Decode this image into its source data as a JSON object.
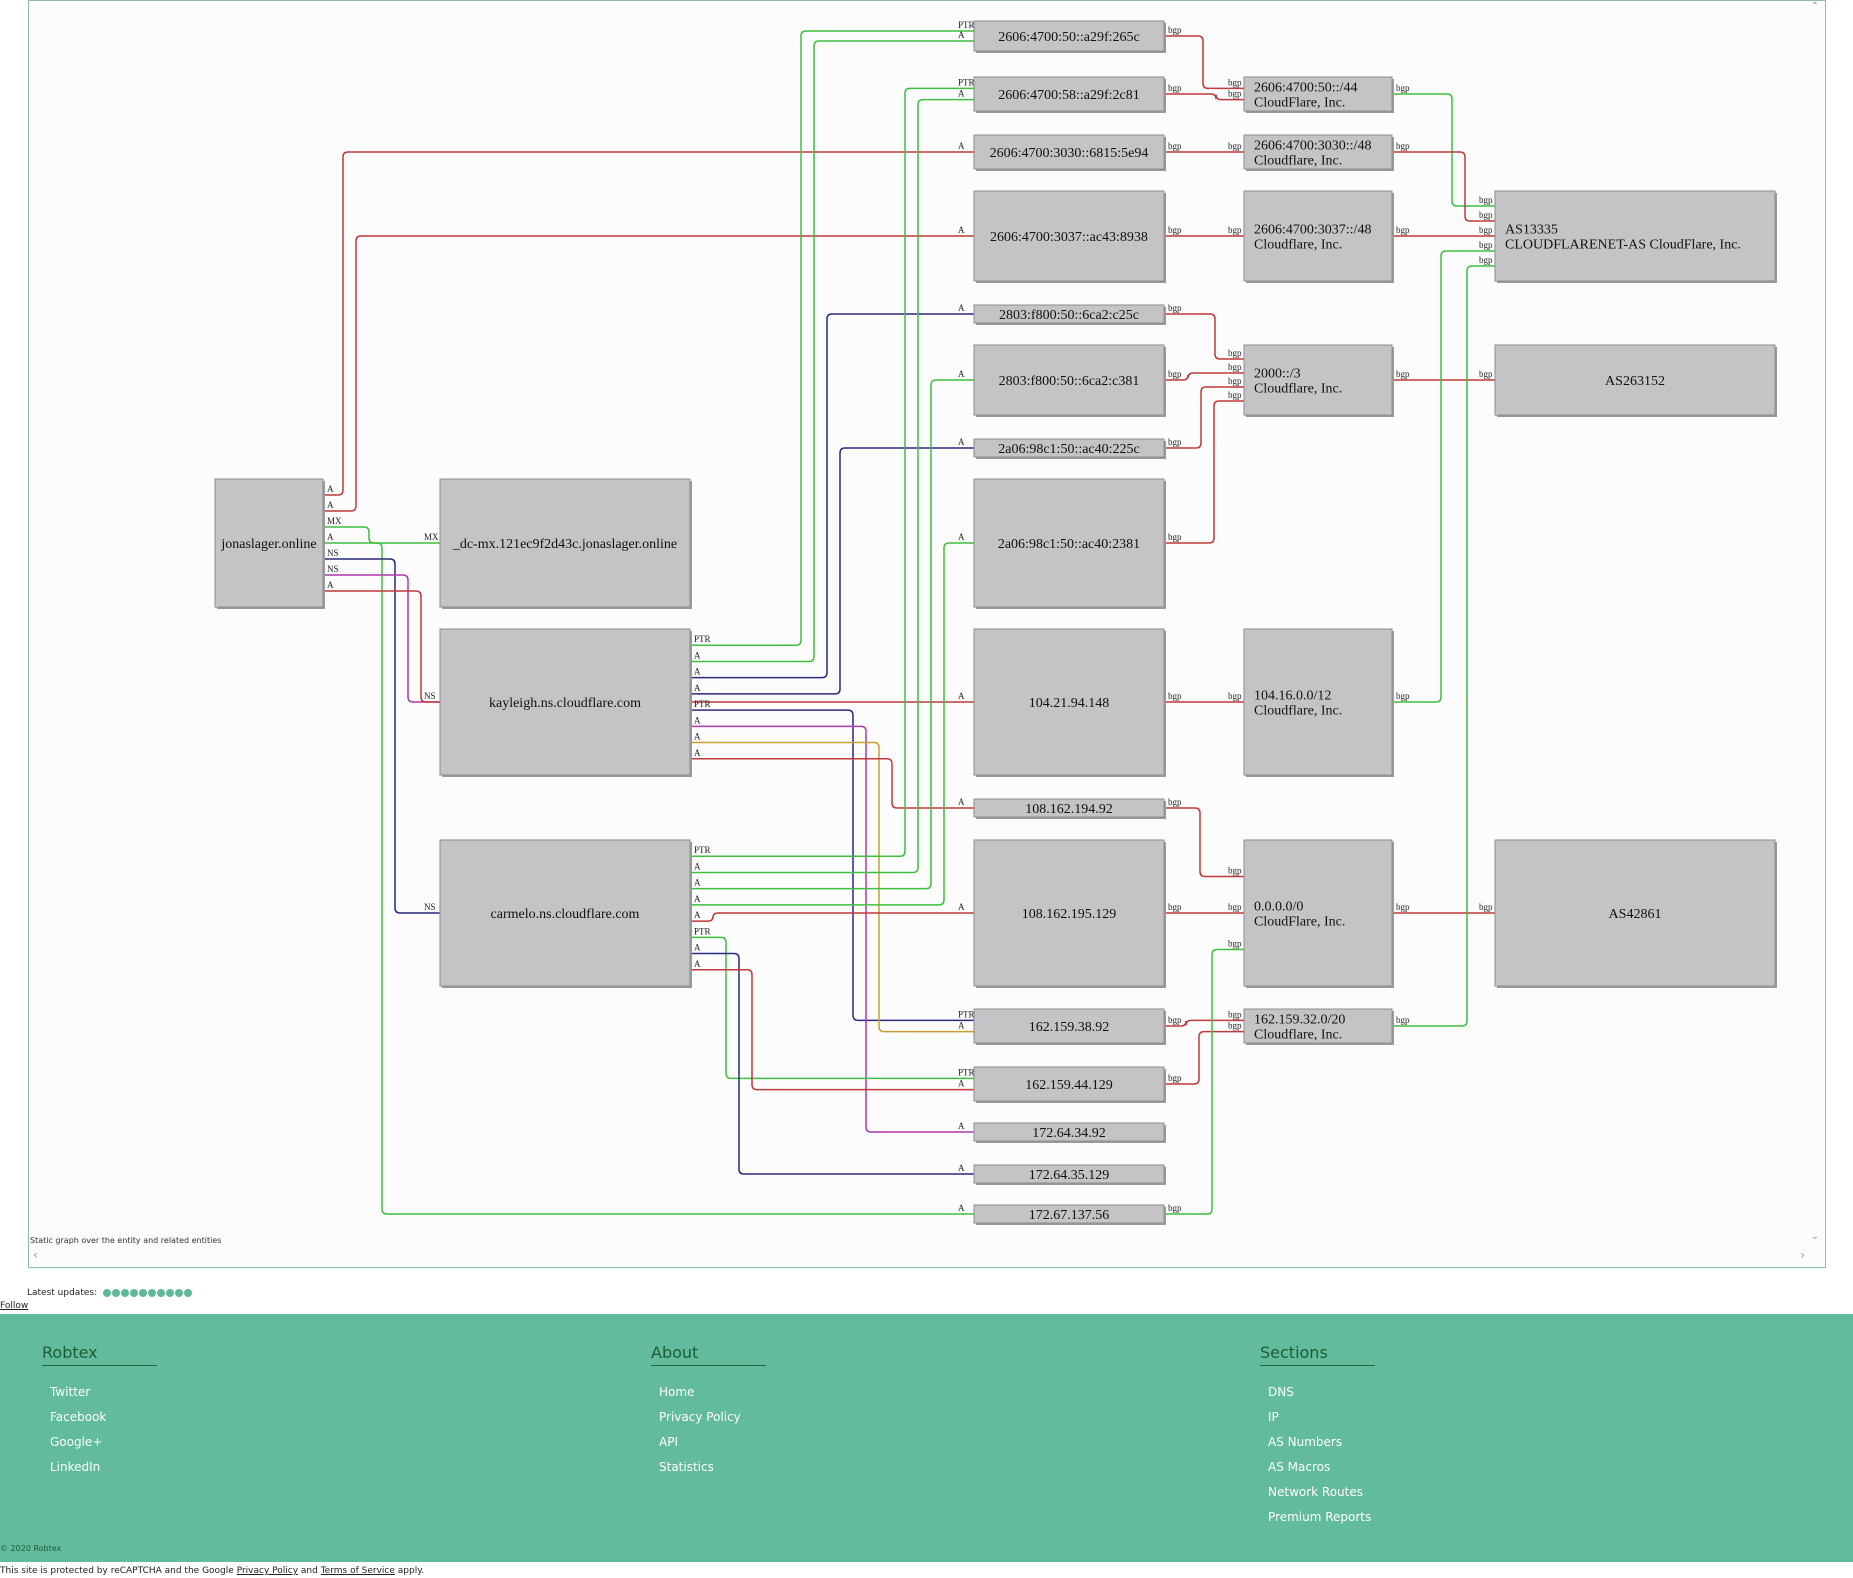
{
  "graph": {
    "caption": "Static graph over the entity and related entities",
    "nodes": [
      {
        "id": "jonas",
        "lines": [
          "jonaslager.online"
        ]
      },
      {
        "id": "dcmx",
        "lines": [
          "_dc-mx.121ec9f2d43c.jonaslager.online"
        ]
      },
      {
        "id": "kayleigh",
        "lines": [
          "kayleigh.ns.cloudflare.com"
        ]
      },
      {
        "id": "carmelo",
        "lines": [
          "carmelo.ns.cloudflare.com"
        ]
      },
      {
        "id": "ip1",
        "lines": [
          "2606:4700:50::a29f:265c"
        ]
      },
      {
        "id": "ip2",
        "lines": [
          "2606:4700:58::a29f:2c81"
        ]
      },
      {
        "id": "ip3",
        "lines": [
          "2606:4700:3030::6815:5e94"
        ]
      },
      {
        "id": "ip4",
        "lines": [
          "2606:4700:3037::ac43:8938"
        ]
      },
      {
        "id": "ip5",
        "lines": [
          "2803:f800:50::6ca2:c25c"
        ]
      },
      {
        "id": "ip6",
        "lines": [
          "2803:f800:50::6ca2:c381"
        ]
      },
      {
        "id": "ip7",
        "lines": [
          "2a06:98c1:50::ac40:225c"
        ]
      },
      {
        "id": "ip8",
        "lines": [
          "2a06:98c1:50::ac40:2381"
        ]
      },
      {
        "id": "ip9",
        "lines": [
          "104.21.94.148"
        ]
      },
      {
        "id": "ip10",
        "lines": [
          "108.162.194.92"
        ]
      },
      {
        "id": "ip11",
        "lines": [
          "108.162.195.129"
        ]
      },
      {
        "id": "ip12",
        "lines": [
          "162.159.38.92"
        ]
      },
      {
        "id": "ip13",
        "lines": [
          "162.159.44.129"
        ]
      },
      {
        "id": "ip14",
        "lines": [
          "172.64.34.92"
        ]
      },
      {
        "id": "ip15",
        "lines": [
          "172.64.35.129"
        ]
      },
      {
        "id": "ip16",
        "lines": [
          "172.67.137.56"
        ]
      },
      {
        "id": "r1",
        "lines": [
          "2606:4700:50::/44",
          "CloudFlare, Inc."
        ]
      },
      {
        "id": "r2",
        "lines": [
          "2606:4700:3030::/48",
          "Cloudflare, Inc."
        ]
      },
      {
        "id": "r3",
        "lines": [
          "2606:4700:3037::/48",
          "Cloudflare, Inc."
        ]
      },
      {
        "id": "r4",
        "lines": [
          "2000::/3",
          "Cloudflare, Inc."
        ]
      },
      {
        "id": "r5",
        "lines": [
          "104.16.0.0/12",
          "Cloudflare, Inc."
        ]
      },
      {
        "id": "r6",
        "lines": [
          "0.0.0.0/0",
          "CloudFlare, Inc."
        ]
      },
      {
        "id": "r7",
        "lines": [
          "162.159.32.0/20",
          "Cloudflare, Inc."
        ]
      },
      {
        "id": "as1",
        "lines": [
          "AS13335",
          "CLOUDFLARENET-AS CloudFlare, Inc."
        ]
      },
      {
        "id": "as2",
        "lines": [
          "AS263152"
        ]
      },
      {
        "id": "as3",
        "lines": [
          "AS42861"
        ]
      }
    ],
    "edges": [
      {
        "from": "jonas",
        "to": "ip3",
        "label": "A",
        "color": "#c0393b"
      },
      {
        "from": "jonas",
        "to": "ip4",
        "label": "A",
        "color": "#c0393b"
      },
      {
        "from": "jonas",
        "to": "dcmx",
        "label": "MX",
        "color": "#3fbf3f"
      },
      {
        "from": "jonas",
        "to": "ip16",
        "label": "A",
        "color": "#3fbf3f"
      },
      {
        "from": "jonas",
        "to": "carmelo",
        "label": "NS",
        "color": "#2a2a80"
      },
      {
        "from": "jonas",
        "to": "kayleigh",
        "label": "NS",
        "color": "#b03ab0"
      },
      {
        "from": "jonas",
        "to": "ip9",
        "label": "A",
        "color": "#c0393b"
      },
      {
        "from": "kayleigh",
        "to": "ip1",
        "label": "PTR",
        "color": "#3fbf3f"
      },
      {
        "from": "kayleigh",
        "to": "ip1",
        "label": "A",
        "color": "#3fbf3f"
      },
      {
        "from": "kayleigh",
        "to": "ip5",
        "label": "A",
        "color": "#2a2a80"
      },
      {
        "from": "kayleigh",
        "to": "ip7",
        "label": "A",
        "color": "#2a2a80"
      },
      {
        "from": "kayleigh",
        "to": "ip12",
        "label": "PTR",
        "color": "#2a2a80"
      },
      {
        "from": "kayleigh",
        "to": "ip14",
        "label": "A",
        "color": "#b03ab0"
      },
      {
        "from": "kayleigh",
        "to": "ip12",
        "label": "A",
        "color": "#c8a030"
      },
      {
        "from": "kayleigh",
        "to": "ip10",
        "label": "A",
        "color": "#c0393b"
      },
      {
        "from": "carmelo",
        "to": "ip2",
        "label": "PTR",
        "color": "#3fbf3f"
      },
      {
        "from": "carmelo",
        "to": "ip2",
        "label": "A",
        "color": "#3fbf3f"
      },
      {
        "from": "carmelo",
        "to": "ip6",
        "label": "A",
        "color": "#3fbf3f"
      },
      {
        "from": "carmelo",
        "to": "ip8",
        "label": "A",
        "color": "#3fbf3f"
      },
      {
        "from": "carmelo",
        "to": "ip11",
        "label": "A",
        "color": "#c0393b"
      },
      {
        "from": "carmelo",
        "to": "ip13",
        "label": "PTR",
        "color": "#3fbf3f"
      },
      {
        "from": "carmelo",
        "to": "ip15",
        "label": "A",
        "color": "#2a2a80"
      },
      {
        "from": "carmelo",
        "to": "ip13",
        "label": "A",
        "color": "#c0393b"
      },
      {
        "from": "ip1",
        "to": "r1",
        "label": "bgp",
        "color": "#c0393b"
      },
      {
        "from": "ip2",
        "to": "r1",
        "label": "bgp",
        "color": "#c0393b"
      },
      {
        "from": "ip3",
        "to": "r2",
        "label": "bgp",
        "color": "#c0393b"
      },
      {
        "from": "ip4",
        "to": "r3",
        "label": "bgp",
        "color": "#c0393b"
      },
      {
        "from": "ip5",
        "to": "r4",
        "label": "bgp",
        "color": "#c0393b"
      },
      {
        "from": "ip6",
        "to": "r4",
        "label": "bgp",
        "color": "#c0393b"
      },
      {
        "from": "ip7",
        "to": "r4",
        "label": "bgp",
        "color": "#c0393b"
      },
      {
        "from": "ip8",
        "to": "r4",
        "label": "bgp",
        "color": "#c0393b"
      },
      {
        "from": "ip9",
        "to": "r5",
        "label": "bgp",
        "color": "#c0393b"
      },
      {
        "from": "ip10",
        "to": "r6",
        "label": "bgp",
        "color": "#c0393b"
      },
      {
        "from": "ip11",
        "to": "r6",
        "label": "bgp",
        "color": "#c0393b"
      },
      {
        "from": "ip12",
        "to": "r7",
        "label": "bgp",
        "color": "#c0393b"
      },
      {
        "from": "ip13",
        "to": "r7",
        "label": "bgp",
        "color": "#c0393b"
      },
      {
        "from": "ip16",
        "to": "r6",
        "label": "bgp",
        "color": "#3fbf3f"
      },
      {
        "from": "r1",
        "to": "as1",
        "label": "bgp",
        "color": "#3fbf3f"
      },
      {
        "from": "r2",
        "to": "as1",
        "label": "bgp",
        "color": "#c0393b"
      },
      {
        "from": "r3",
        "to": "as1",
        "label": "bgp",
        "color": "#c0393b"
      },
      {
        "from": "r4",
        "to": "as2",
        "label": "bgp",
        "color": "#c0393b"
      },
      {
        "from": "r5",
        "to": "as1",
        "label": "bgp",
        "color": "#3fbf3f"
      },
      {
        "from": "r6",
        "to": "as3",
        "label": "bgp",
        "color": "#c0393b"
      },
      {
        "from": "r7",
        "to": "as1",
        "label": "bgp",
        "color": "#3fbf3f"
      }
    ]
  },
  "latest_updates_label": "Latest updates:",
  "follow_label": "Follow",
  "footer": {
    "columns": [
      {
        "title": "Robtex",
        "links": [
          "Twitter",
          "Facebook",
          "Google+",
          "LinkedIn"
        ]
      },
      {
        "title": "About",
        "links": [
          "Home",
          "Privacy Policy",
          "API",
          "Statistics"
        ]
      },
      {
        "title": "Sections",
        "links": [
          "DNS",
          "IP",
          "AS Numbers",
          "AS Macros",
          "Network Routes",
          "Premium Reports"
        ]
      }
    ],
    "copyright": "© 2020 Robtex"
  },
  "recaptcha": {
    "prefix": "This site is protected by reCAPTCHA and the Google",
    "privacy": "Privacy Policy",
    "and": "and",
    "terms": "Terms of Service",
    "suffix": "apply."
  },
  "colors": {
    "footer_bg": "#62bb9d",
    "node_fill": "#c4c3c6",
    "accent": "#1c5e32"
  }
}
